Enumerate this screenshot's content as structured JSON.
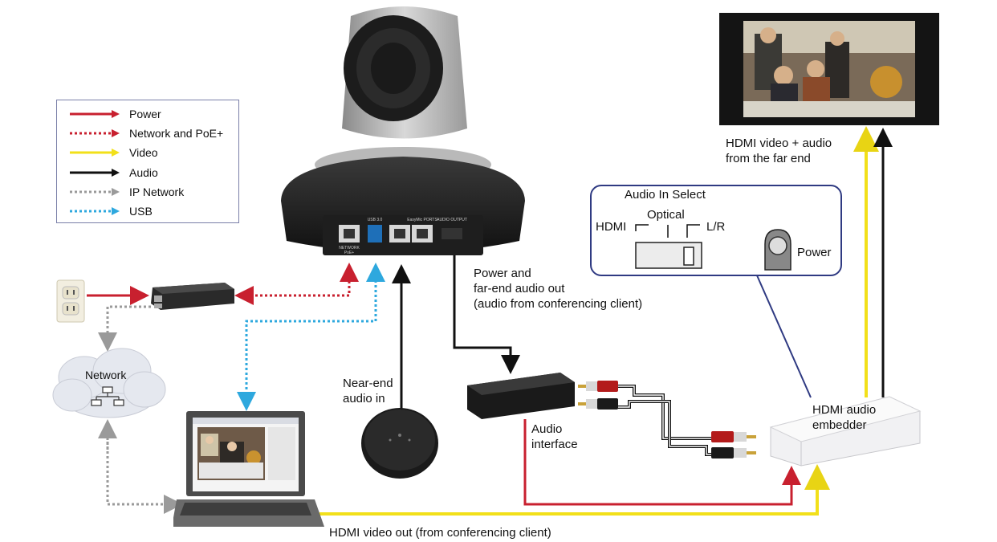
{
  "legend": {
    "items": [
      {
        "label": "Power",
        "color": "#c8202f",
        "style": "solid"
      },
      {
        "label": "Network and PoE+",
        "color": "#c8202f",
        "style": "dotted"
      },
      {
        "label": "Video",
        "color": "#f2e01a",
        "style": "solid"
      },
      {
        "label": "Audio",
        "color": "#111111",
        "style": "solid"
      },
      {
        "label": "IP Network",
        "color": "#9a9a9a",
        "style": "dotted"
      },
      {
        "label": "USB",
        "color": "#2ea8de",
        "style": "dotted"
      }
    ]
  },
  "camera": {
    "ports": {
      "network": "NETWORK\nPoE+",
      "usb": "USB 3.0",
      "easymic": "EasyMic PORTS",
      "audio_output": "AUDIO\nOUTPUT"
    }
  },
  "labels": {
    "network_cloud": "Network",
    "near_end_audio": [
      "Near-end",
      "audio in"
    ],
    "power_farend": [
      "Power and",
      "far-end audio out",
      "(audio from conferencing client)"
    ],
    "audio_interface": [
      "Audio",
      "interface"
    ],
    "hdmi_embedder": [
      "HDMI audio",
      "embedder"
    ],
    "hdmi_far_end": [
      "HDMI video + audio",
      "from the far end"
    ],
    "hdmi_out": "HDMI video out (from conferencing client)"
  },
  "switch_panel": {
    "title": "Audio In Select",
    "options": [
      "HDMI",
      "Optical",
      "L/R"
    ],
    "power_label": "Power"
  },
  "colors": {
    "power": "#c8202f",
    "video": "#f2e01a",
    "audio": "#111111",
    "ip": "#9a9a9a",
    "usb": "#2ea8de",
    "panel_border": "#2f3a82"
  }
}
